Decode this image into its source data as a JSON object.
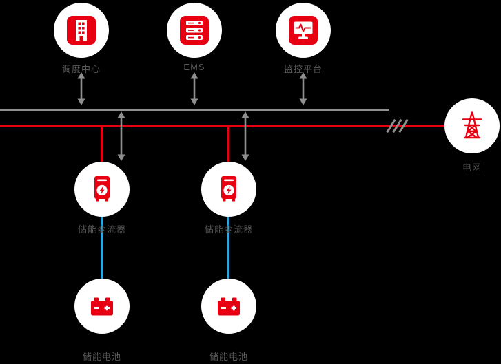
{
  "diagram_type": "energy-storage-system-topology",
  "colors": {
    "accent_red": "#e60012",
    "bus_gray": "#8f8f8f",
    "dc_link_blue": "#2ea7e0",
    "label_gray": "#595757",
    "node_background": "#ffffff",
    "canvas_background": "#000000"
  },
  "nodes": {
    "dispatch_center": {
      "label": "调度中心",
      "icon": "building-icon"
    },
    "ems": {
      "label": "EMS",
      "icon": "server-icon"
    },
    "monitoring_platform": {
      "label": "监控平台",
      "icon": "monitor-heartbeat-icon"
    },
    "grid": {
      "label": "电网",
      "icon": "transmission-tower-icon"
    },
    "pcs_1": {
      "label": "储能变流器",
      "icon": "converter-icon"
    },
    "pcs_2": {
      "label": "储能变流器",
      "icon": "converter-icon"
    },
    "battery_1": {
      "label": "储能电池",
      "icon": "battery-icon"
    },
    "battery_2": {
      "label": "储能电池",
      "icon": "battery-icon"
    }
  },
  "connections": {
    "communication_bus": "gray horizontal line",
    "power_bus": "red horizontal line",
    "grid_tie_break": "slash marks on power line",
    "bidirectional_arrows": 5,
    "dc_links": 2
  }
}
